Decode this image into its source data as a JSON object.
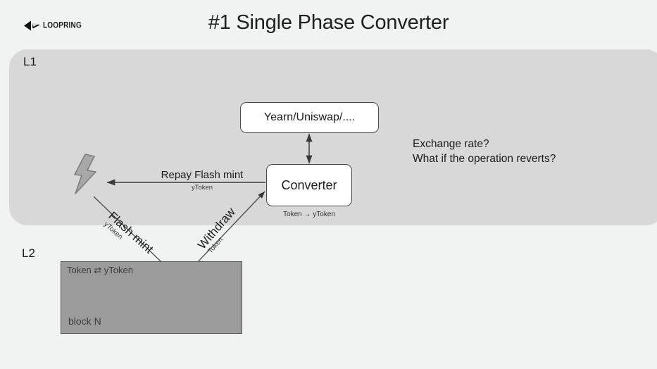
{
  "header": {
    "brand_name": "LOOPRING",
    "brand_mark_icon": "loopring-triangle-arrow-icon",
    "title": "#1 Single Phase Converter"
  },
  "layers": {
    "l1_label": "L1",
    "l2_label": "L2"
  },
  "nodes": {
    "yearn": "Yearn/Uniswap/....",
    "converter": "Converter",
    "converter_caption": "Token → yToken"
  },
  "questions": {
    "line1": "Exchange rate?",
    "line2": "What if the operation reverts?"
  },
  "edges": {
    "repay": {
      "label": "Repay Flash mint",
      "sub": "yToken"
    },
    "flash_mint": {
      "label": "Flash mint",
      "sub": "yToken"
    },
    "withdraw": {
      "label": "Withdraw",
      "sub": "Token"
    }
  },
  "l2_block": {
    "token_caption": "Token ⇄ yToken",
    "block_caption": "block N"
  },
  "icons": {
    "lightning_bolt": "lightning-bolt-icon"
  },
  "colors": {
    "background": "#f1f2f2",
    "l1_panel": "#d8d8d8",
    "l2_box": "#9b9b9b",
    "node_fill": "#ffffff",
    "stroke": "#4a4a4a",
    "bolt_fill": "#a8a8a8"
  }
}
